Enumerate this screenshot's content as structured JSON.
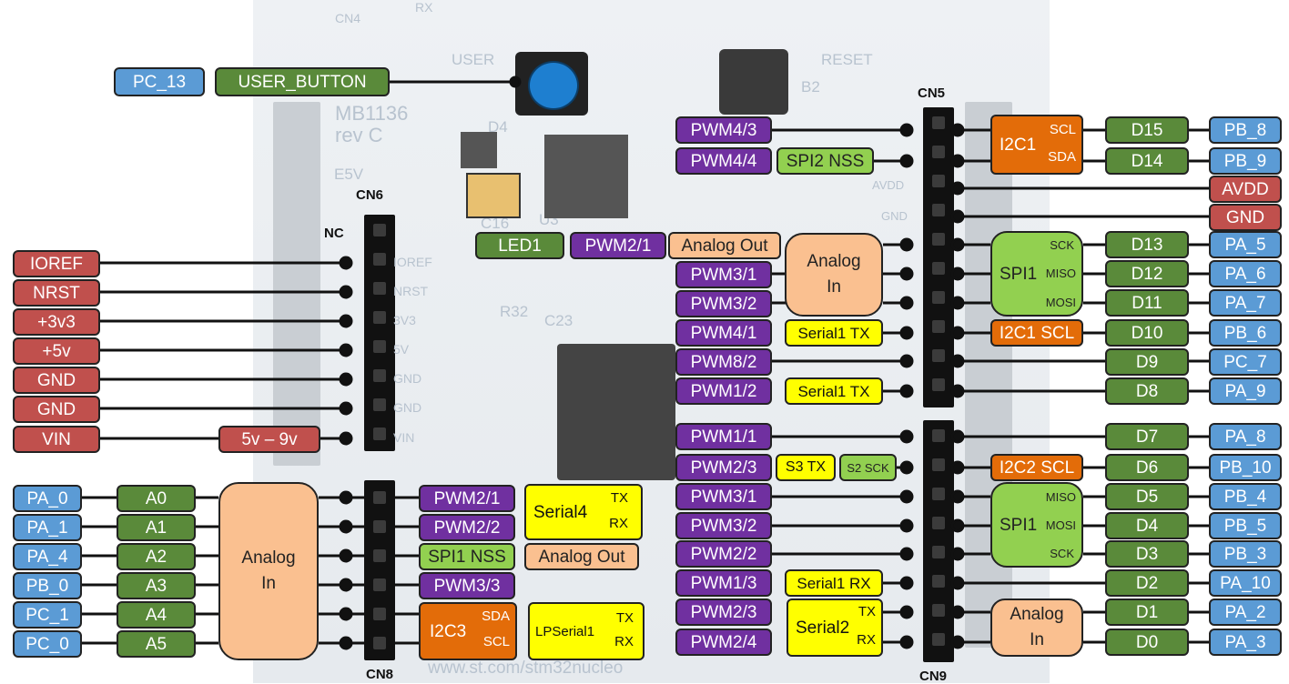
{
  "board": {
    "silk": [
      "MB1136",
      "rev C",
      "USER",
      "RESET",
      "B2",
      "D4",
      "U3",
      "C16",
      "R32",
      "C23",
      "E5V",
      "GND",
      "AVDD",
      "CN4",
      "RX"
    ],
    "bottom_url": "www.st.com/stm32nucleo"
  },
  "connectors": {
    "cn4": "CN4",
    "cn5": "CN5",
    "cn6": "CN6",
    "cn8": "CN8",
    "cn9": "CN9",
    "nc": "NC"
  },
  "user_button": {
    "pin": "PC_13",
    "name": "USER_BUTTON"
  },
  "cn6": {
    "power_labels": [
      "IOREF",
      "NRST",
      "+3v3",
      "+5v",
      "GND",
      "GND",
      "VIN"
    ],
    "vin_range": "5v – 9v",
    "silk": [
      "IOREF",
      "NRST",
      "3V3",
      "5V",
      "GND",
      "GND",
      "VIN"
    ]
  },
  "cn8": {
    "ports": [
      "PA_0",
      "PA_1",
      "PA_4",
      "PB_0",
      "PC_1",
      "PC_0"
    ],
    "arduino": [
      "A0",
      "A1",
      "A2",
      "A3",
      "A4",
      "A5"
    ],
    "analog_in": "Analog In",
    "pwm": [
      "PWM2/1",
      "PWM2/2",
      "SPI1 NSS",
      "PWM3/3"
    ],
    "serial4": "Serial4",
    "tx": "TX",
    "rx": "RX",
    "analog_out": "Analog Out",
    "i2c3": "I2C3",
    "sda": "SDA",
    "scl": "SCL",
    "lpserial": "LPSerial1"
  },
  "cn5_left": {
    "pwm4_3": "PWM4/3",
    "pwm4_4": "PWM4/4",
    "spi2_nss": "SPI2 NSS",
    "led1": "LED1",
    "pwm2_1": "PWM2/1",
    "analog_out": "Analog Out",
    "pwm3_1": "PWM3/1",
    "pwm3_2": "PWM3/2",
    "analog_in": "Analog In",
    "pwm4_1": "PWM4/1",
    "serial1_tx": "Serial1 TX",
    "pwm8_2": "PWM8/2",
    "pwm1_2": "PWM1/2",
    "serial1_tx_b": "Serial1 TX"
  },
  "cn5_right": {
    "i2c1": "I2C1",
    "scl": "SCL",
    "sda": "SDA",
    "d": [
      "D15",
      "D14"
    ],
    "ports": [
      "PB_8",
      "PB_9"
    ],
    "avdd": "AVDD",
    "gnd": "GND",
    "spi1": "SPI1",
    "sck": "SCK",
    "miso": "MISO",
    "mosi": "MOSI",
    "d2": [
      "D13",
      "D12",
      "D11",
      "D10",
      "D9",
      "D8"
    ],
    "ports2": [
      "PA_5",
      "PA_6",
      "PA_7",
      "PB_6",
      "PC_7",
      "PA_9"
    ],
    "i2c1_scl": "I2C1 SCL"
  },
  "cn9_left": {
    "pwm": [
      "PWM1/1",
      "PWM2/3",
      "PWM3/1",
      "PWM3/2",
      "PWM2/2",
      "PWM1/3",
      "PWM2/3",
      "PWM2/4"
    ],
    "s3tx": "S3 TX",
    "s2sck": "S2 SCK",
    "serial1_rx": "Serial1 RX",
    "serial2": "Serial2",
    "tx": "TX",
    "rx": "RX"
  },
  "cn9_right": {
    "d": [
      "D7",
      "D6",
      "D5",
      "D4",
      "D3",
      "D2",
      "D1",
      "D0"
    ],
    "ports": [
      "PA_8",
      "PB_10",
      "PB_4",
      "PB_5",
      "PB_3",
      "PA_10",
      "PA_2",
      "PA_3"
    ],
    "i2c2_scl": "I2C2 SCL",
    "spi1": "SPI1",
    "miso": "MISO",
    "mosi": "MOSI",
    "sck": "SCK",
    "analog_in": "Analog In"
  },
  "colors": {
    "power": "#c0504d",
    "port": "#5b9bd5",
    "arduino": "#5a8a3a",
    "pwm": "#7030a0",
    "i2c": "#e36c09",
    "spi": "#92d050",
    "serial": "#ffff00",
    "analog": "#fac090"
  }
}
